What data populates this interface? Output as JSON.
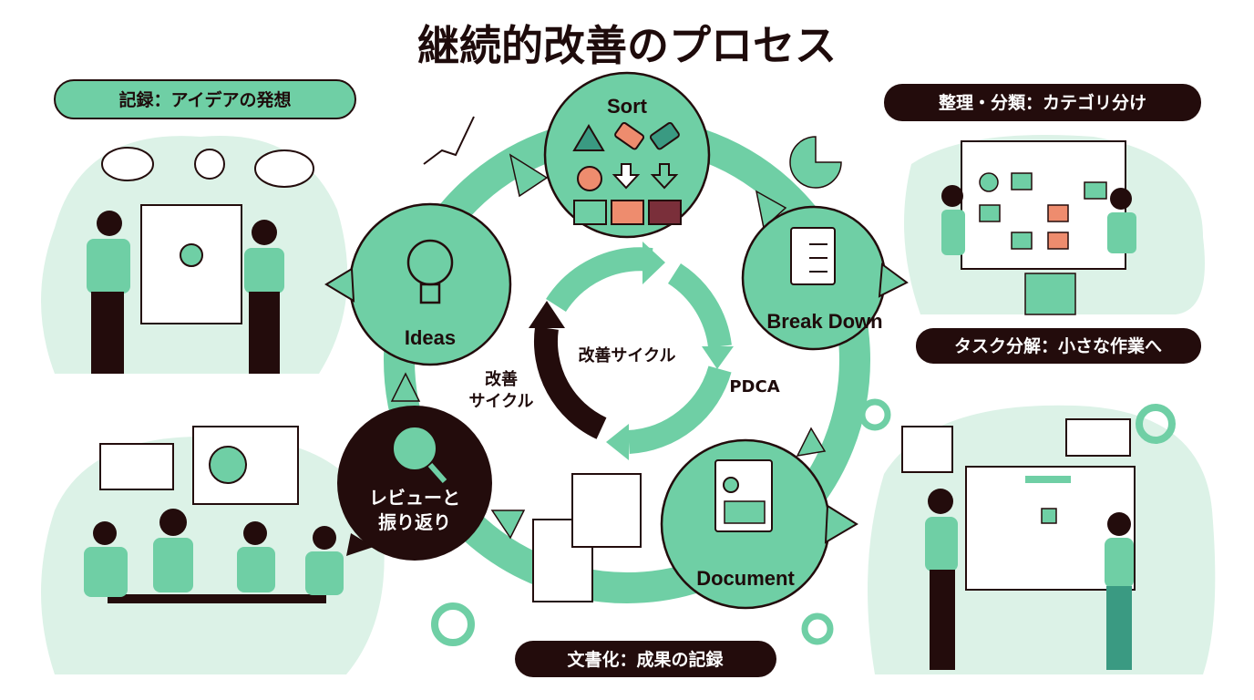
{
  "title": "継続的改善のプロセス",
  "labels": {
    "ideas_stage": "記録：アイデアの発想",
    "sort_stage": "整理・分類：カテゴリ分け",
    "breakdown_stage": "タスク分解：小さな作業へ",
    "document_stage": "文書化：成果の記録"
  },
  "nodes": {
    "sort": "Sort",
    "breakdown": "Break Down",
    "document": "Document",
    "ideas": "Ideas",
    "review_line1": "レビューと",
    "review_line2": "振り返り"
  },
  "center": {
    "cycle": "改善サイクル",
    "side_line1": "改善",
    "side_line2": "サイクル",
    "pdca": "PDCA"
  },
  "colors": {
    "green": "#6fcfa5",
    "dark": "#230c0c",
    "pale": "#dcf2e7",
    "salmon": "#ee8c6e",
    "maroon": "#7a2f3a"
  }
}
